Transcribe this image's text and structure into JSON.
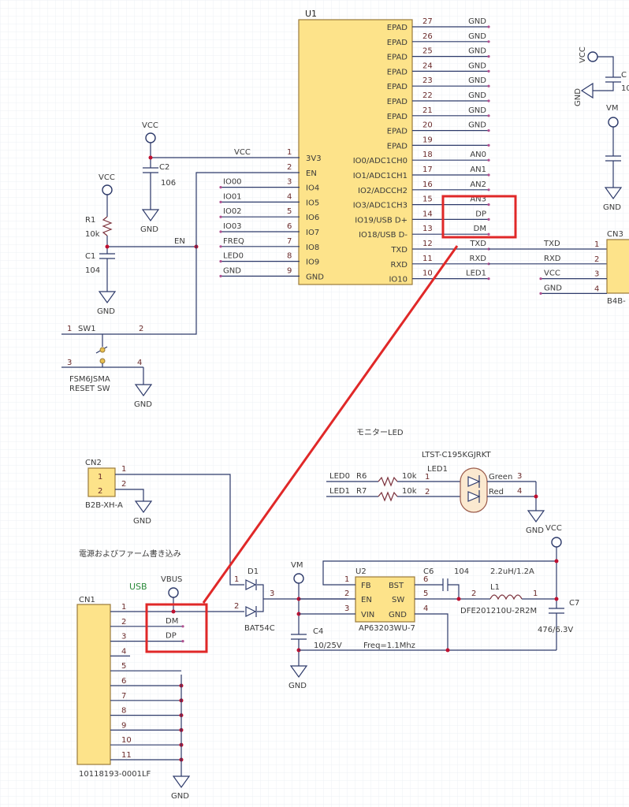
{
  "u1": {
    "ref": "U1",
    "epad_label": "EPAD",
    "right_pins": [
      {
        "num": "27",
        "name": "EPAD",
        "net": "GND"
      },
      {
        "num": "26",
        "name": "EPAD",
        "net": "GND"
      },
      {
        "num": "25",
        "name": "EPAD",
        "net": "GND"
      },
      {
        "num": "24",
        "name": "EPAD",
        "net": "GND"
      },
      {
        "num": "23",
        "name": "EPAD",
        "net": "GND"
      },
      {
        "num": "22",
        "name": "EPAD",
        "net": "GND"
      },
      {
        "num": "21",
        "name": "EPAD",
        "net": "GND"
      },
      {
        "num": "20",
        "name": "EPAD",
        "net": "GND"
      },
      {
        "num": "19",
        "name": "EPAD",
        "net": ""
      },
      {
        "num": "18",
        "name": "IO0/ADC1CH0",
        "net": "AN0"
      },
      {
        "num": "17",
        "name": "IO1/ADC1CH1",
        "net": "AN1"
      },
      {
        "num": "16",
        "name": "IO2/ADCCH2",
        "net": "AN2"
      },
      {
        "num": "15",
        "name": "IO3/ADC1CH3",
        "net": "AN3"
      },
      {
        "num": "14",
        "name": "IO19/USB D+",
        "net": "DP"
      },
      {
        "num": "13",
        "name": "IO18/USB D-",
        "net": "DM"
      },
      {
        "num": "12",
        "name": "TXD",
        "net": "TXD"
      },
      {
        "num": "11",
        "name": "RXD",
        "net": "RXD"
      },
      {
        "num": "10",
        "name": "IO10",
        "net": "LED1"
      }
    ],
    "left_pins": [
      {
        "num": "1",
        "name": "3V3",
        "net": "VCC"
      },
      {
        "num": "2",
        "name": "EN",
        "net": ""
      },
      {
        "num": "3",
        "name": "IO4",
        "net": "IO00"
      },
      {
        "num": "4",
        "name": "IO5",
        "net": "IO01"
      },
      {
        "num": "5",
        "name": "IO6",
        "net": "IO02"
      },
      {
        "num": "6",
        "name": "IO7",
        "net": "IO03"
      },
      {
        "num": "7",
        "name": "IO8",
        "net": "FREQ"
      },
      {
        "num": "8",
        "name": "IO9",
        "net": "LED0"
      },
      {
        "num": "9",
        "name": "GND",
        "net": "GND"
      }
    ]
  },
  "labels": {
    "vcc": "VCC",
    "gnd": "GND",
    "vm": "VM",
    "en": "EN",
    "vbus": "VBUS",
    "usb": "USB"
  },
  "parts": {
    "c2_ref": "C2",
    "c2_val": "106",
    "r1_ref": "R1",
    "r1_val": "10k",
    "c1_ref": "C1",
    "c1_val": "104",
    "sw1_ref": "SW1",
    "sw1_part": "FSM6JSMA",
    "sw1_desc": "RESET  SW",
    "cn2_ref": "CN2",
    "cn2_part": "B2B-XH-A",
    "cn1_ref": "CN1",
    "cn1_part": "10118193-0001LF",
    "cn3_ref": "CN3",
    "cn3_part": "B4B-",
    "d1_ref": "D1",
    "d1_part": "BAT54C",
    "c4_ref": "C4",
    "c4_val": "10/25V",
    "u2_ref": "U2",
    "u2_part": "AP63203WU-7",
    "u2_freq": "Freq=1.1Mhz",
    "u2_pins": {
      "fb": "FB",
      "en": "EN",
      "vin": "VIN",
      "bst": "BST",
      "sw": "SW",
      "gnd": "GND"
    },
    "c6_ref": "C6",
    "c6_val": "104",
    "l1_ref": "L1",
    "l1_val": "2.2uH/1.2A",
    "l1_part": "DFE201210U-2R2M",
    "c7_ref": "C7",
    "c7_val": "476/6.3V",
    "r6_ref": "R6",
    "r6_val": "10k",
    "r7_ref": "R7",
    "r7_val": "10k",
    "led1_ref": "LED1",
    "led1_part": "LTST-C195KGJRKT",
    "led_green": "Green",
    "led_red": "Red",
    "c_top_ref": "C",
    "c_top_val": "10"
  },
  "cn3_pins": [
    {
      "num": "1",
      "net": "TXD"
    },
    {
      "num": "2",
      "net": "RXD"
    },
    {
      "num": "3",
      "net": "VCC"
    },
    {
      "num": "4",
      "net": "GND"
    }
  ],
  "cn1_pins": [
    {
      "num": "1",
      "net": ""
    },
    {
      "num": "2",
      "net": "DM"
    },
    {
      "num": "3",
      "net": "DP"
    },
    {
      "num": "4",
      "net": ""
    },
    {
      "num": "5",
      "net": ""
    },
    {
      "num": "6",
      "net": ""
    },
    {
      "num": "7",
      "net": ""
    },
    {
      "num": "8",
      "net": ""
    },
    {
      "num": "9",
      "net": ""
    },
    {
      "num": "10",
      "net": ""
    },
    {
      "num": "11",
      "net": ""
    }
  ],
  "nets_led": {
    "led0": "LED0",
    "led1": "LED1"
  },
  "titles": {
    "monitor_led": "モニターLED",
    "power_fw": "電源およびファーム書き込み"
  },
  "highlight_color": "#e02828"
}
